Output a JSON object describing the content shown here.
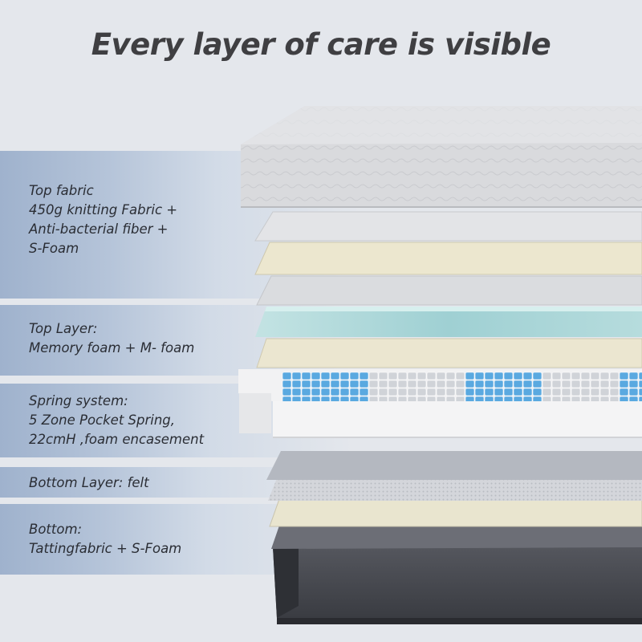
{
  "title": "Every layer of care is visible",
  "layers": [
    {
      "lines": [
        "Top fabric",
        "450g knitting Fabric +",
        "Anti-bacterial fiber +",
        "S-Foam"
      ]
    },
    {
      "lines": [
        "Top Layer:",
        "Memory foam + M- foam"
      ]
    },
    {
      "lines": [
        "Spring system:",
        "5 Zone Pocket Spring,",
        "22cmH ,foam encasement"
      ]
    },
    {
      "lines": [
        "Bottom Layer: felt"
      ]
    },
    {
      "lines": [
        "Bottom:",
        "Tattingfabric + S-Foam"
      ]
    }
  ],
  "colors": {
    "background": "#e4e7ec",
    "band": "#a8b9d2",
    "memory_foam": "#a9d4d6",
    "spring_blue": "#5aa9e0",
    "spring_gray": "#d0d3d8",
    "felt": "#ece8d2",
    "bottom_fabric": "#46484f"
  }
}
